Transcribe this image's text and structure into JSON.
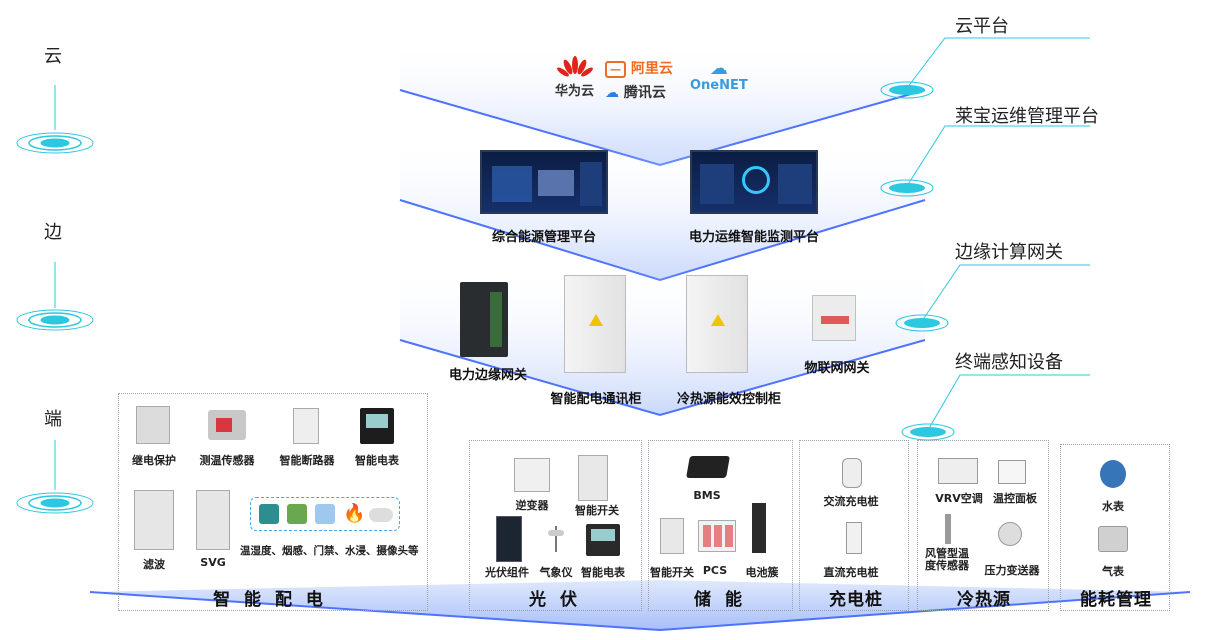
{
  "tiers": {
    "cloud": "云",
    "edge": "边",
    "end": "端"
  },
  "layers": {
    "cloud_platform": "云平台",
    "ops_platform": "莱宝运维管理平台",
    "edge_gateway": "边缘计算网关",
    "terminal_devices": "终端感知设备"
  },
  "cloud": {
    "huawei": "华为云",
    "aliyun": "阿里云",
    "tencent": "腾讯云",
    "onenet": "OneNET"
  },
  "platforms": {
    "energy": "综合能源管理平台",
    "power_ops": "电力运维智能监测平台"
  },
  "gateways": {
    "power_edge": "电力边缘网关",
    "dist_cabinet": "智能配电通讯柜",
    "hvac_cabinet": "冷热源能效控制柜",
    "iot_gateway": "物联网网关"
  },
  "categories": {
    "dist": "智 能 配 电",
    "pv": "光 伏",
    "storage": "储 能",
    "charging": "充电桩",
    "hvac": "冷热源",
    "energy": "能耗管理"
  },
  "devices": {
    "relay": "继电保护",
    "temp_sensor": "测温传感器",
    "breaker": "智能断路器",
    "meter": "智能电表",
    "filter": "滤波",
    "svg": "SVG",
    "env": "温湿度、烟感、门禁、水浸、摄像头等",
    "inverter": "逆变器",
    "smart_switch": "智能开关",
    "pv_module": "光伏组件",
    "weather": "气象仪",
    "pv_meter": "智能电表",
    "bms": "BMS",
    "st_switch": "智能开关",
    "pcs": "PCS",
    "battery": "电池簇",
    "ac_pile": "交流充电桩",
    "dc_pile": "直流充电桩",
    "vrv": "VRV空调",
    "thermostat": "温控面板",
    "duct_sensor_1": "风管型温",
    "duct_sensor_2": "度传感器",
    "pressure": "压力变送器",
    "water_meter": "水表",
    "gas_meter": "气表"
  },
  "colors": {
    "layer": "#e6eefc",
    "layer_edge": "#4f73ff",
    "ring": "#2bc8df",
    "accent": "#e2553a"
  }
}
